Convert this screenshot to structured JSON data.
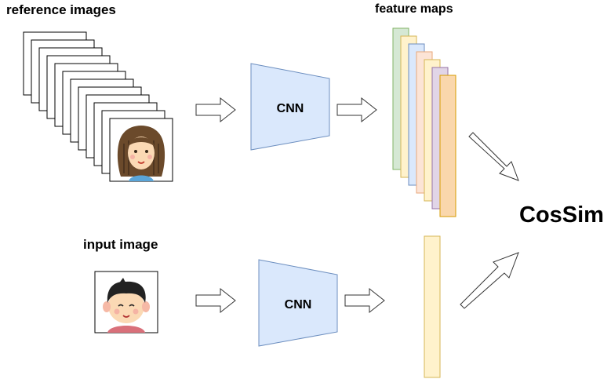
{
  "labels": {
    "reference_images": "reference images",
    "feature_maps": "feature maps",
    "input_image": "input image",
    "cosine_similarity": "CosSim"
  },
  "cnn_blocks": [
    {
      "label": "CNN"
    },
    {
      "label": "CNN"
    }
  ],
  "feature_map_colors": [
    "#d5e8d4",
    "#fff2cc",
    "#dae8fc",
    "#fce4d6",
    "#fff2cc",
    "#e1d5e7",
    "#fad7ac"
  ],
  "feature_map_borders": [
    "#82b366",
    "#d6b656",
    "#6c8ebf",
    "#e8a77a",
    "#d6b656",
    "#9673a6",
    "#d79b00"
  ],
  "input_feature_color": "#fff2cc",
  "colors": {
    "cnn_fill": "#dae8fc",
    "cnn_border": "#6c8ebf",
    "arrow_fill": "#ffffff",
    "arrow_stroke": "#333333"
  }
}
